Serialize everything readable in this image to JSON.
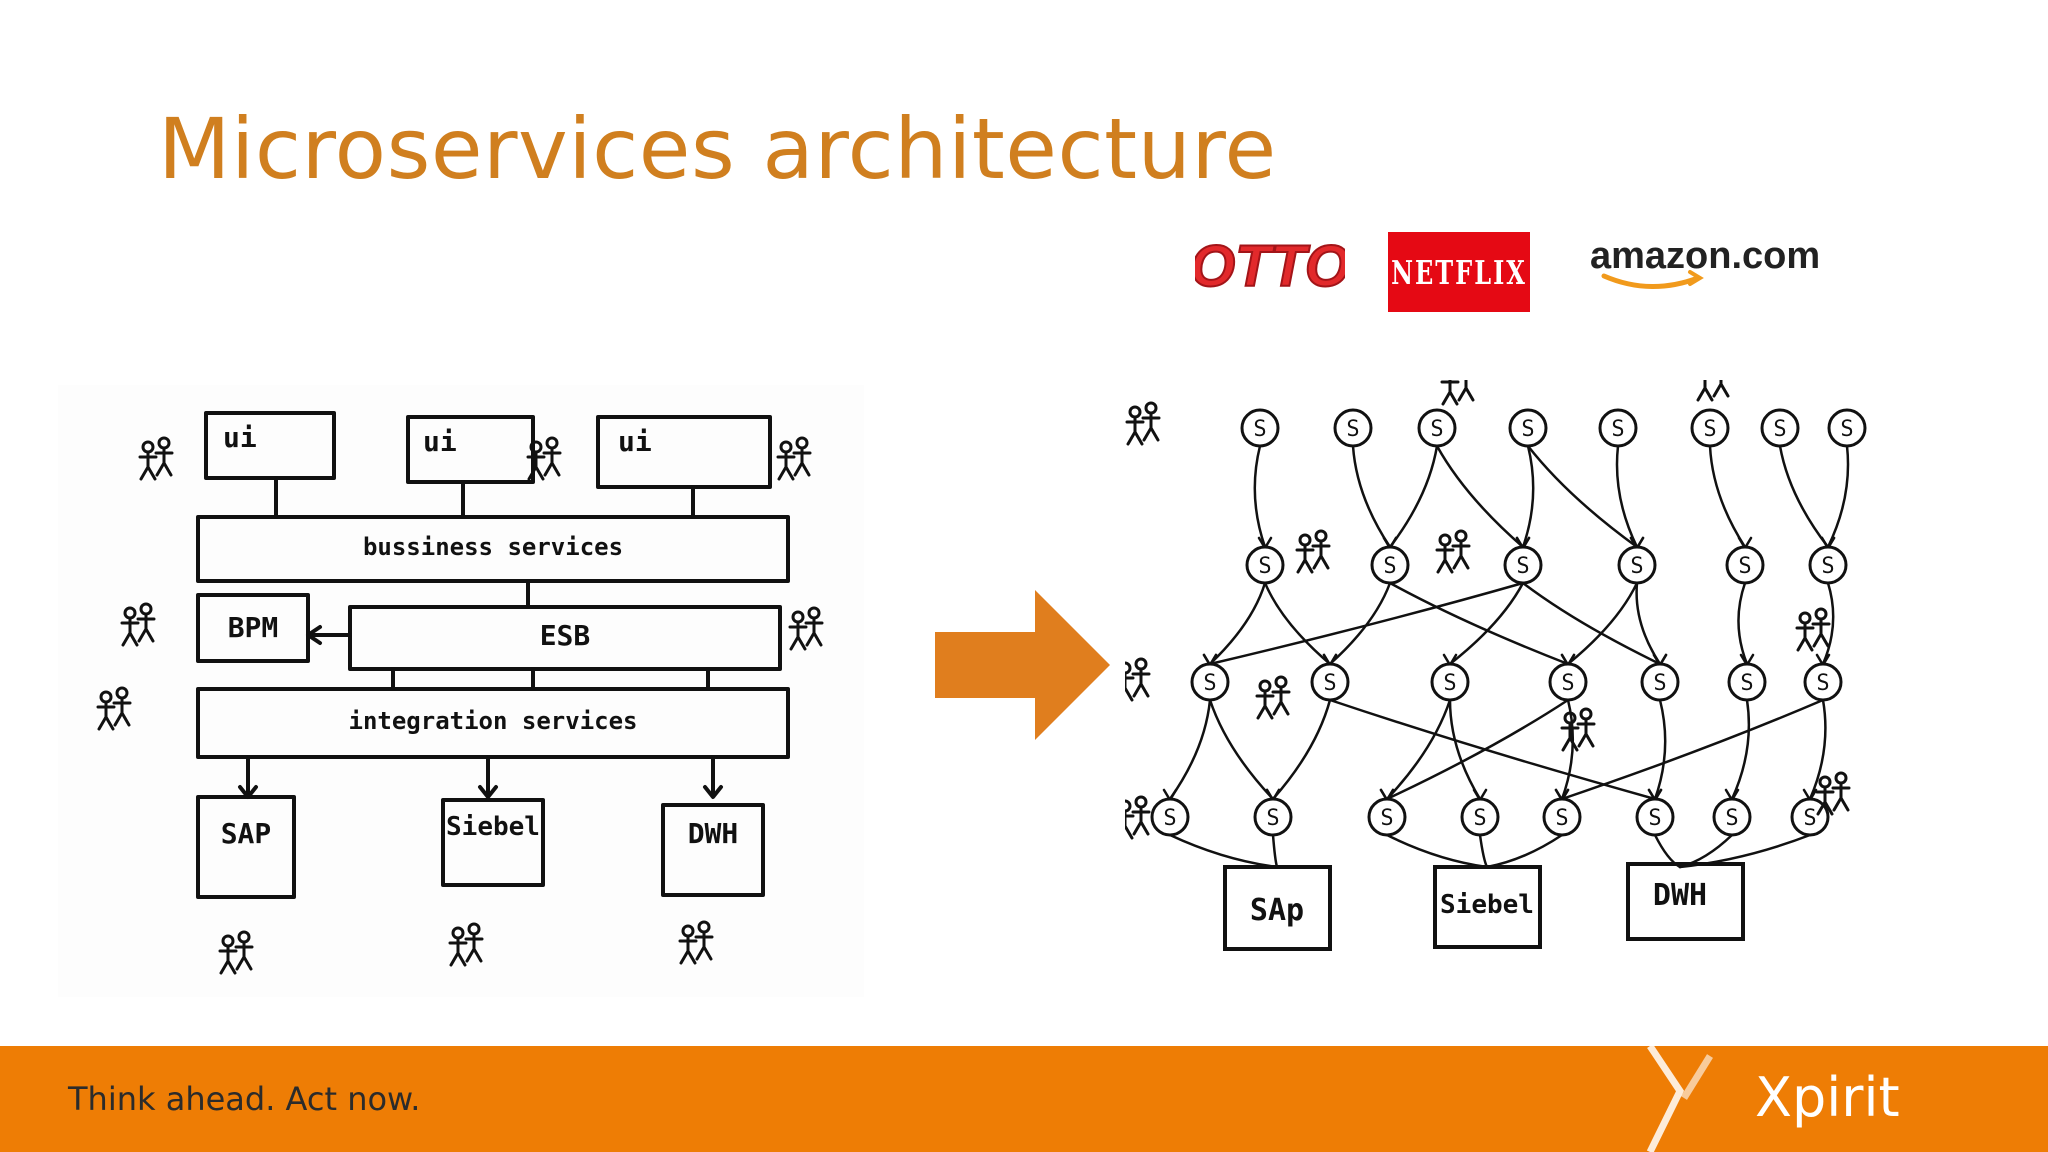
{
  "slide": {
    "title": "Microservices architecture"
  },
  "left_diagram": {
    "ui_labels": [
      "ui",
      "ui",
      "ui"
    ],
    "business_services": "bussiness services",
    "bpm": "BPM",
    "esb": "ESB",
    "integration_services": "integration services",
    "backends": [
      "SAP",
      "Siebel",
      "DWH"
    ]
  },
  "right_diagram": {
    "service_label": "S",
    "backends": [
      "SAp",
      "Siebel",
      "DWH"
    ]
  },
  "logos": {
    "otto": "OTTO",
    "netflix": "NETFLIX",
    "amazon": "amazon.com"
  },
  "footer": {
    "tagline": "Think ahead. Act now.",
    "brand": "Xpirit"
  },
  "colors": {
    "title": "#d07f1f",
    "arrow": "#e07e1e",
    "footer": "#ee7d05",
    "otto": "#e2292b",
    "netflix": "#e50914"
  }
}
